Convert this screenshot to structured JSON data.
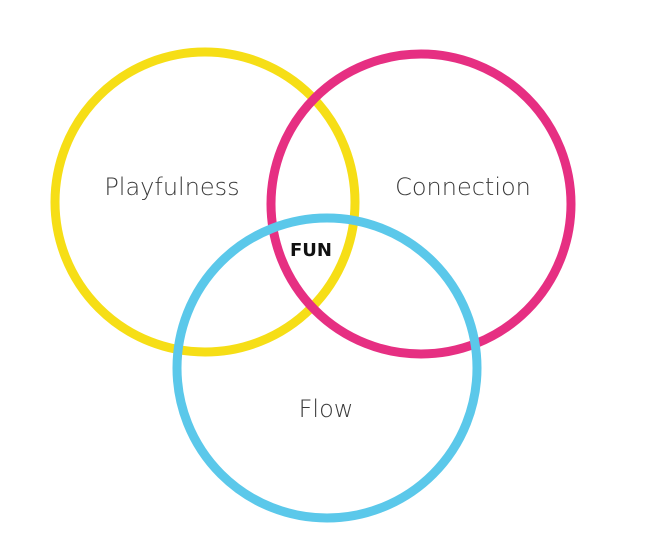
{
  "diagram": {
    "type": "venn",
    "sets": [
      {
        "label": "Playfulness",
        "color": "#f6de16"
      },
      {
        "label": "Connection",
        "color": "#e62f82"
      },
      {
        "label": "Flow",
        "color": "#5bc8ea"
      }
    ],
    "intersection_label": "FUN"
  }
}
